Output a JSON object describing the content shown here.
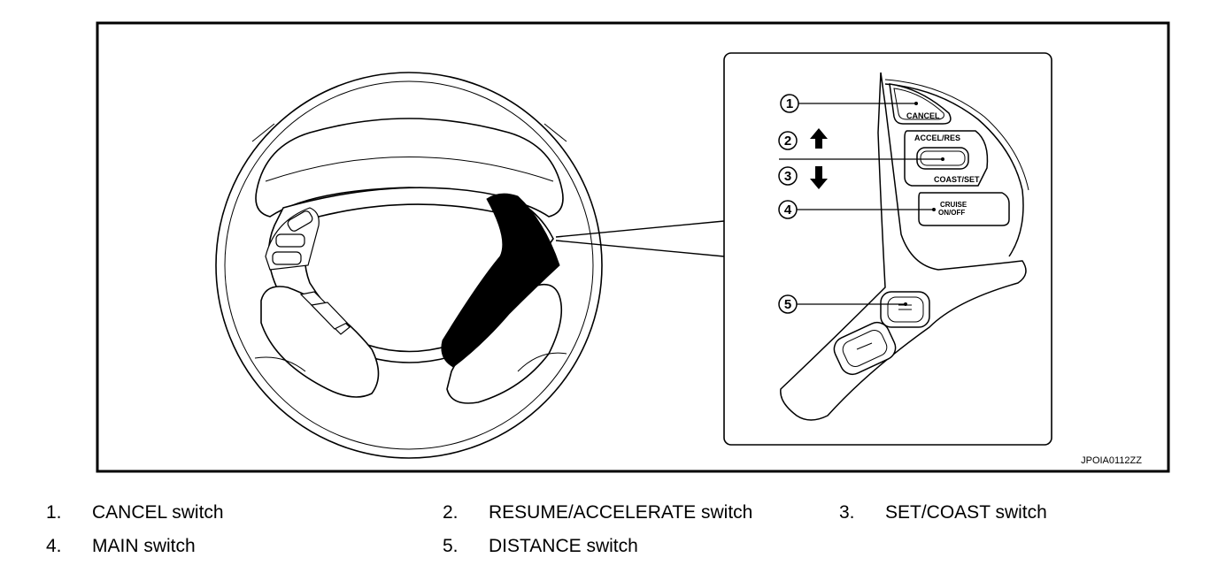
{
  "figure": {
    "image_code": "JPOIA0112ZZ",
    "switch_labels": {
      "cancel": "CANCEL",
      "accel_res": "ACCEL/RES",
      "coast_set": "COAST/SET",
      "cruise_line1": "CRUISE",
      "cruise_line2": "ON/OFF"
    },
    "callouts": [
      "1",
      "2",
      "3",
      "4",
      "5"
    ]
  },
  "legend": [
    {
      "num": "1.",
      "label": "CANCEL switch"
    },
    {
      "num": "2.",
      "label": "RESUME/ACCELERATE switch"
    },
    {
      "num": "3.",
      "label": "SET/COAST switch"
    },
    {
      "num": "4.",
      "label": "MAIN switch"
    },
    {
      "num": "5.",
      "label": "DISTANCE switch"
    }
  ]
}
